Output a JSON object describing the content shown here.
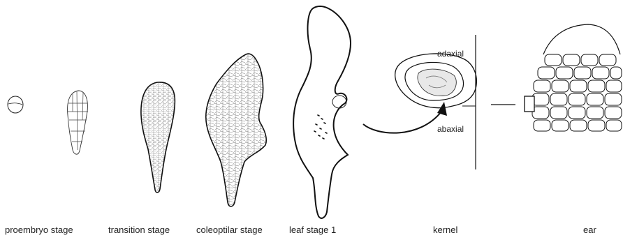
{
  "stages": [
    {
      "id": "proembryo",
      "label": "proembryo stage"
    },
    {
      "id": "transition",
      "label": "transition stage"
    },
    {
      "id": "coleoptilar",
      "label": "coleoptilar stage"
    },
    {
      "id": "leaf1",
      "label": "leaf stage 1"
    },
    {
      "id": "kernel",
      "label": "kernel"
    },
    {
      "id": "ear",
      "label": "ear"
    }
  ],
  "orientation": {
    "top": "adaxial",
    "bottom": "abaxial"
  },
  "colors": {
    "line": "#111111",
    "cells": "#555555"
  }
}
